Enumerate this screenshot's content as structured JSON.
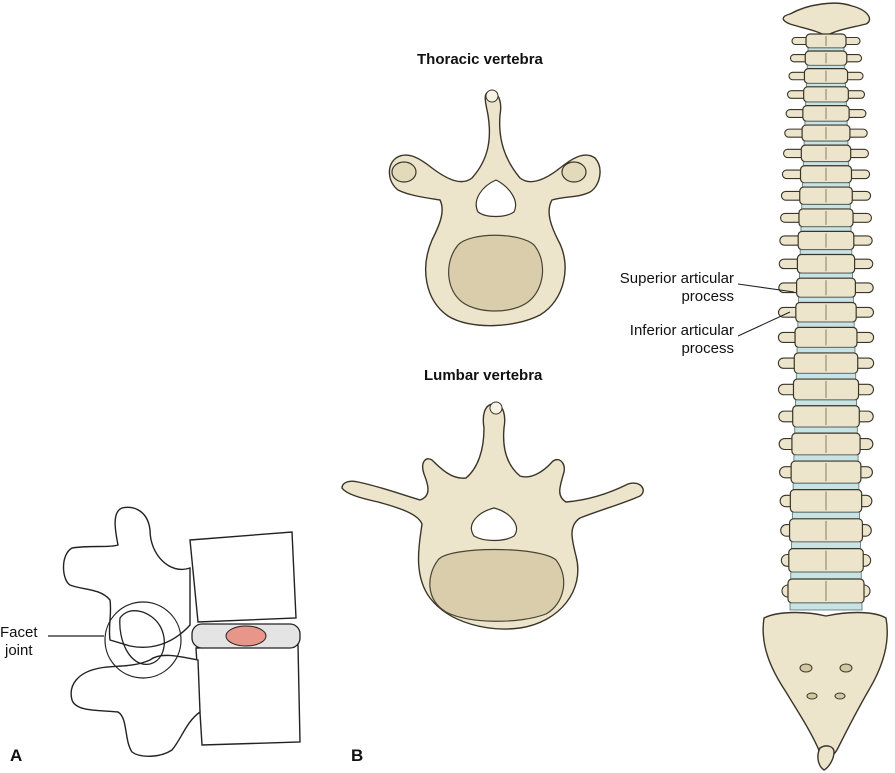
{
  "panels": {
    "a": "A",
    "b": "B"
  },
  "labels": {
    "thoracic_title": "Thoracic vertebra",
    "lumbar_title": "Lumbar vertebra",
    "facet_joint_line1": "Facet",
    "facet_joint_line2": "joint",
    "superior_line1": "Superior articular",
    "superior_line2": "process",
    "inferior_line1": "Inferior articular",
    "inferior_line2": "process"
  },
  "colors": {
    "bone": "#ece5cc",
    "bone_shadow": "#d3c7a1",
    "canal_fill": "#ffffff",
    "body_inner": "#d9cdab",
    "disc": "#c8e3e3",
    "nucleus": "#e8958a",
    "outline": "#2a2a2a"
  }
}
